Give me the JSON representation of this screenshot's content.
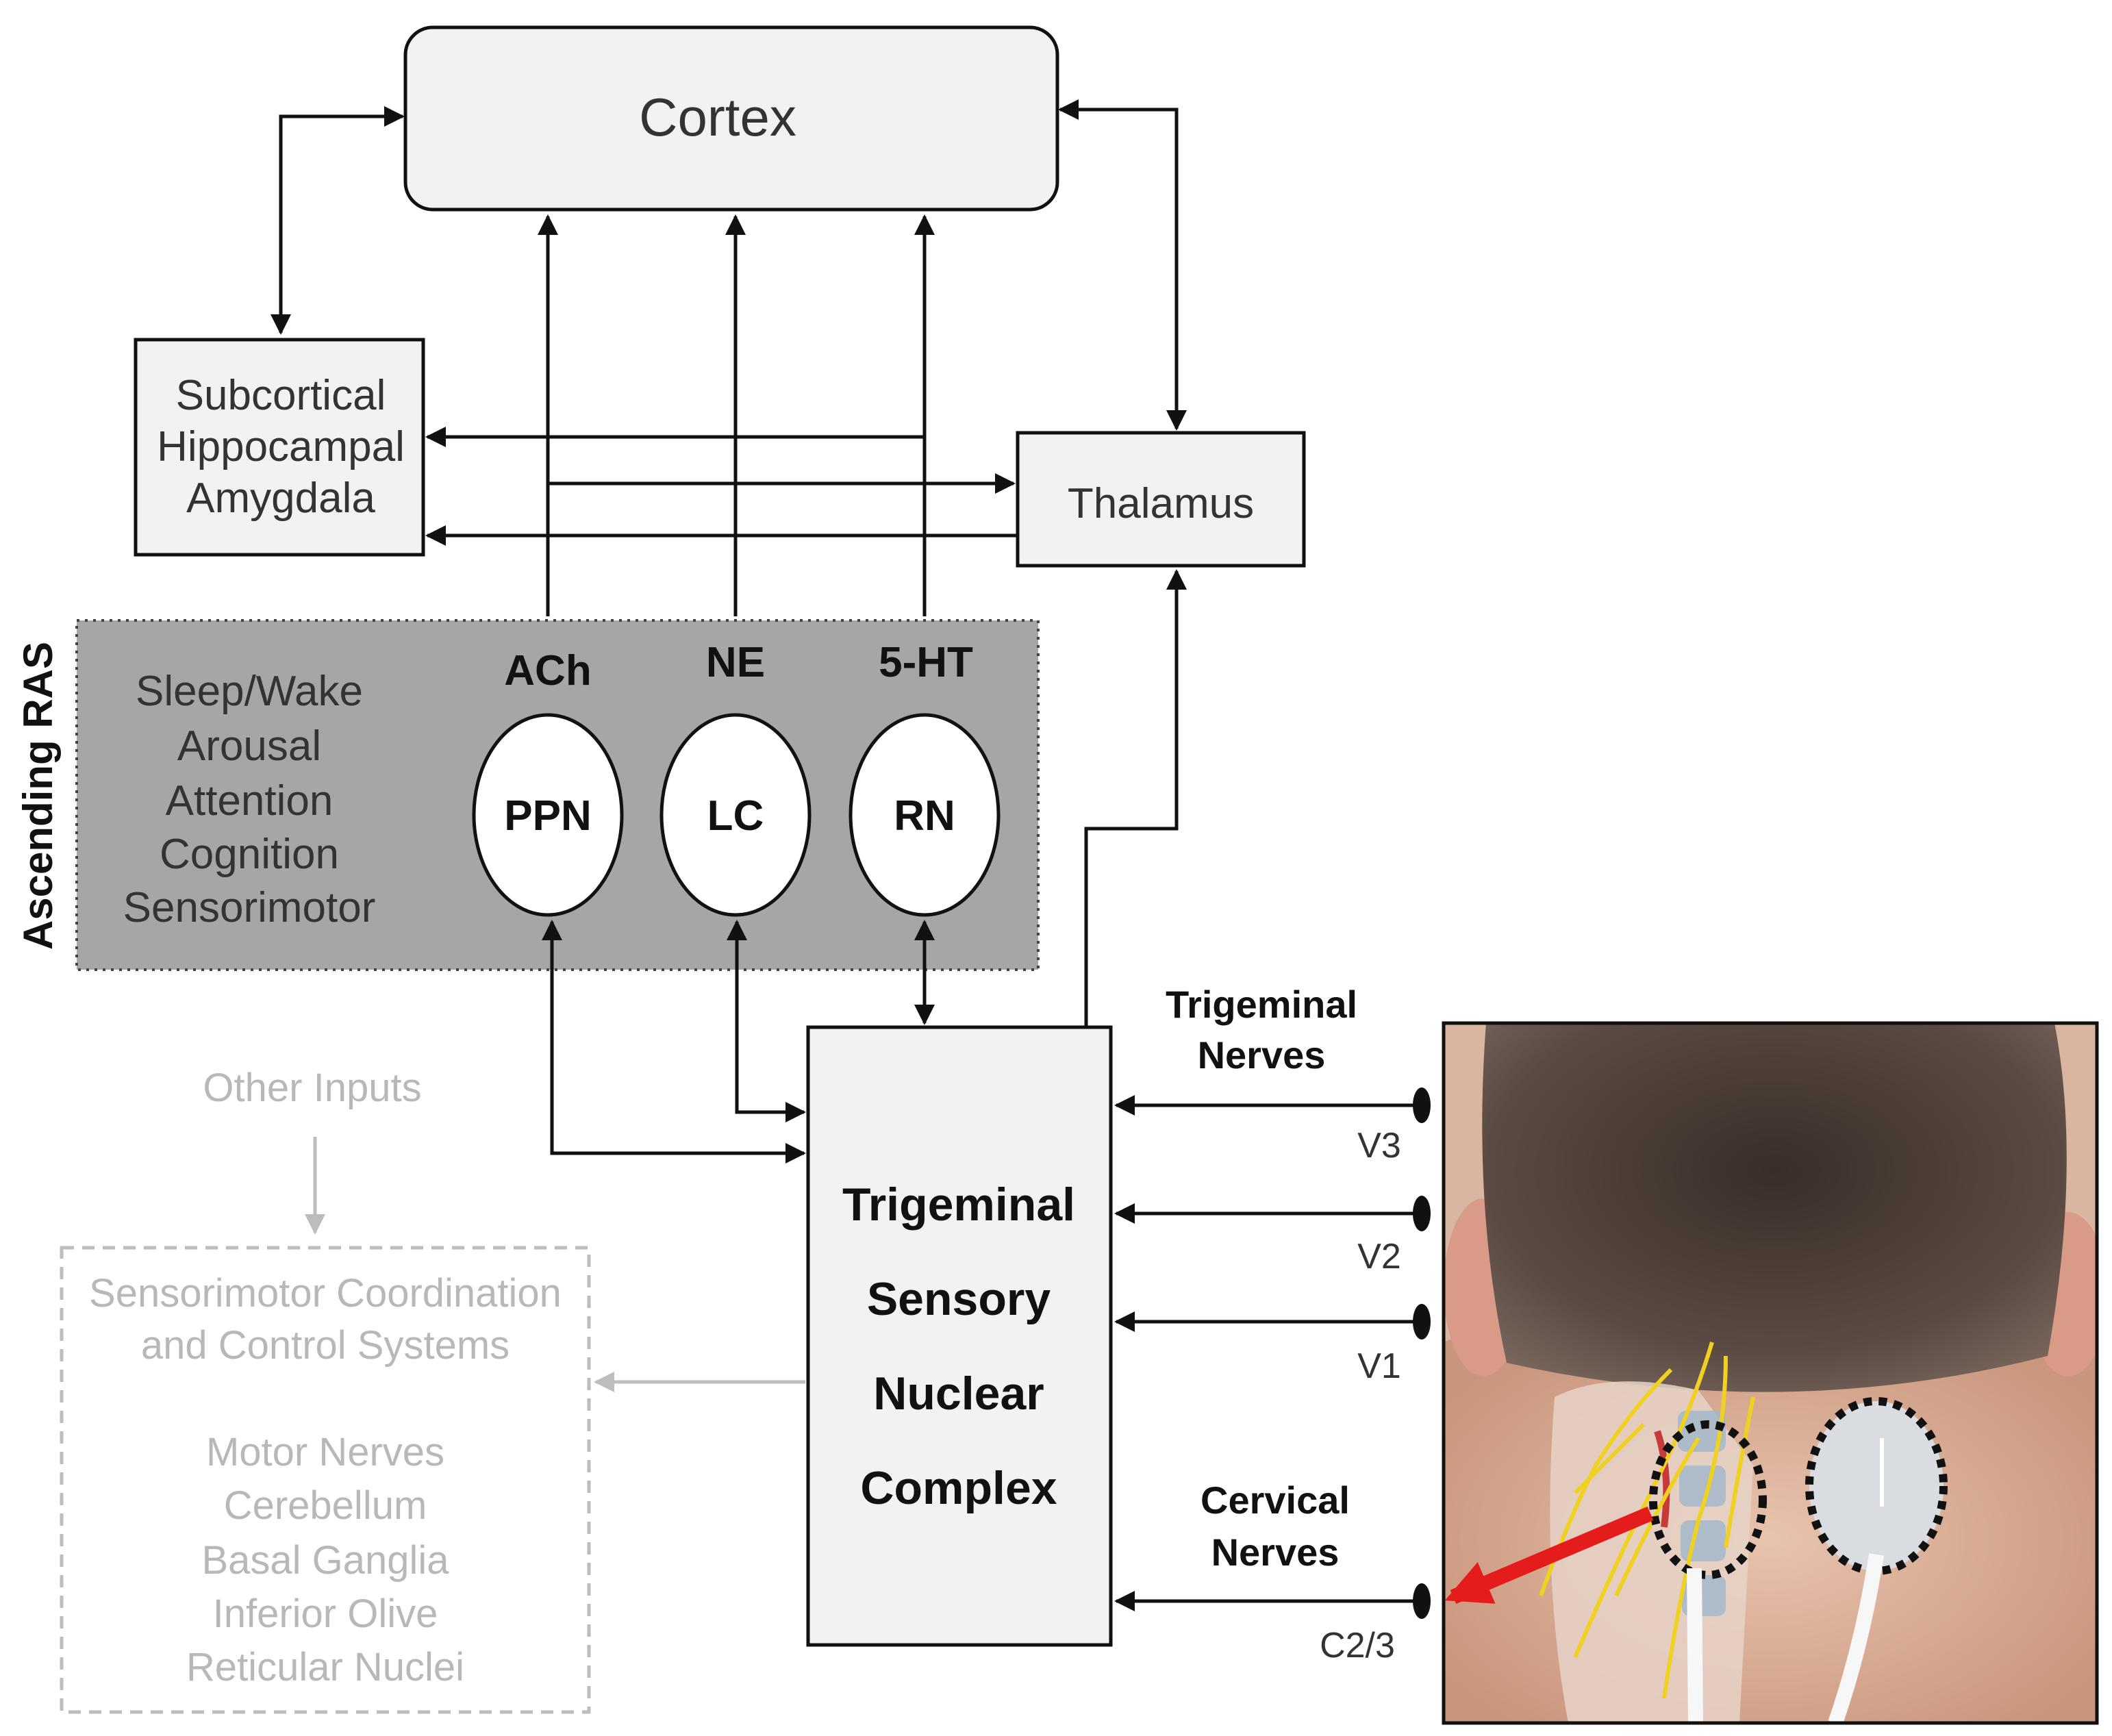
{
  "cortex": {
    "label": "Cortex"
  },
  "subcortical": {
    "lines": [
      "Subcortical",
      "Hippocampal",
      "Amygdala"
    ]
  },
  "thalamus": {
    "label": "Thalamus"
  },
  "ras": {
    "side_label": "Ascending RAS",
    "functions": [
      "Sleep/Wake",
      "Arousal",
      "Attention",
      "Cognition",
      "Sensorimotor"
    ],
    "nuclei": [
      {
        "transmitter": "ACh",
        "name": "PPN"
      },
      {
        "transmitter": "NE",
        "name": "LC"
      },
      {
        "transmitter": "5-HT",
        "name": "RN"
      }
    ]
  },
  "other_inputs": {
    "label": "Other Inputs"
  },
  "sensorimotor": {
    "title_lines": [
      "Sensorimotor Coordination",
      "and Control Systems"
    ],
    "items": [
      "Motor Nerves",
      "Cerebellum",
      "Basal Ganglia",
      "Inferior Olive",
      "Reticular Nuclei"
    ]
  },
  "trigeminal_complex": {
    "lines": [
      "Trigeminal",
      "Sensory",
      "Nuclear",
      "Complex"
    ]
  },
  "trigeminal_nerves": {
    "lines": [
      "Trigeminal",
      "Nerves"
    ],
    "branches": [
      "V3",
      "V2",
      "V1"
    ]
  },
  "cervical_nerves": {
    "lines": [
      "Cervical",
      "Nerves"
    ],
    "branch": "C2/3"
  },
  "colors": {
    "ras_fill": "#a6a6a6",
    "box_fill": "#f2f2f2",
    "faded": "#bdbdbd",
    "pointer_arrow": "#e51c1c",
    "nerve": "#f0d020",
    "electrode": "#d9dde2"
  },
  "illustration": {
    "subject": "back of head and neck with occipital nerve anatomy and stimulation electrode"
  }
}
